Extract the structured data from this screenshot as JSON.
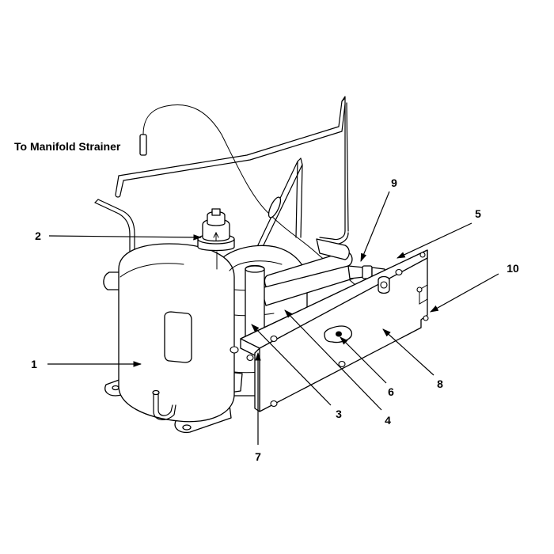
{
  "caption": "To Manifold Strainer",
  "callouts": [
    {
      "id": "1",
      "text": "1"
    },
    {
      "id": "2",
      "text": "2"
    },
    {
      "id": "3",
      "text": "3"
    },
    {
      "id": "4",
      "text": "4"
    },
    {
      "id": "5",
      "text": "5"
    },
    {
      "id": "6",
      "text": "6"
    },
    {
      "id": "7",
      "text": "7"
    },
    {
      "id": "8",
      "text": "8"
    },
    {
      "id": "9",
      "text": "9"
    },
    {
      "id": "10",
      "text": "10"
    }
  ]
}
